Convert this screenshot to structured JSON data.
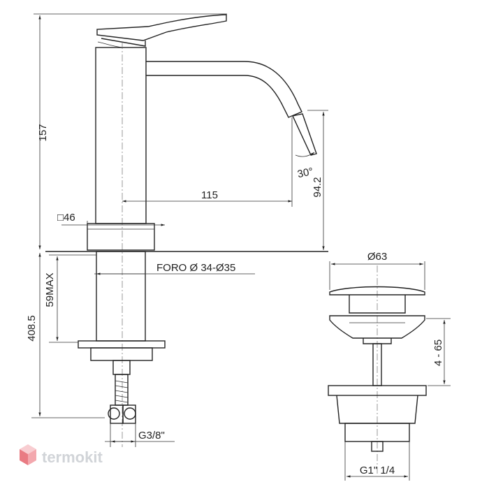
{
  "dimensions": {
    "height_total": "157",
    "spout_reach": "115",
    "spout_height": "94.2",
    "angle": "30°",
    "base_square": "□46",
    "max_thickness": "59MAX",
    "hose_length": "408.5",
    "hole": "FORO Ø 34-Ø35",
    "inlet_thread": "G3/8\"",
    "waste_diameter": "Ø63",
    "waste_range": "4 - 65",
    "waste_thread": "G1\" 1/4"
  },
  "logo": {
    "text": "termokit",
    "colors": [
      "#e6646e",
      "#f29aa1",
      "#f7c5c9"
    ]
  }
}
